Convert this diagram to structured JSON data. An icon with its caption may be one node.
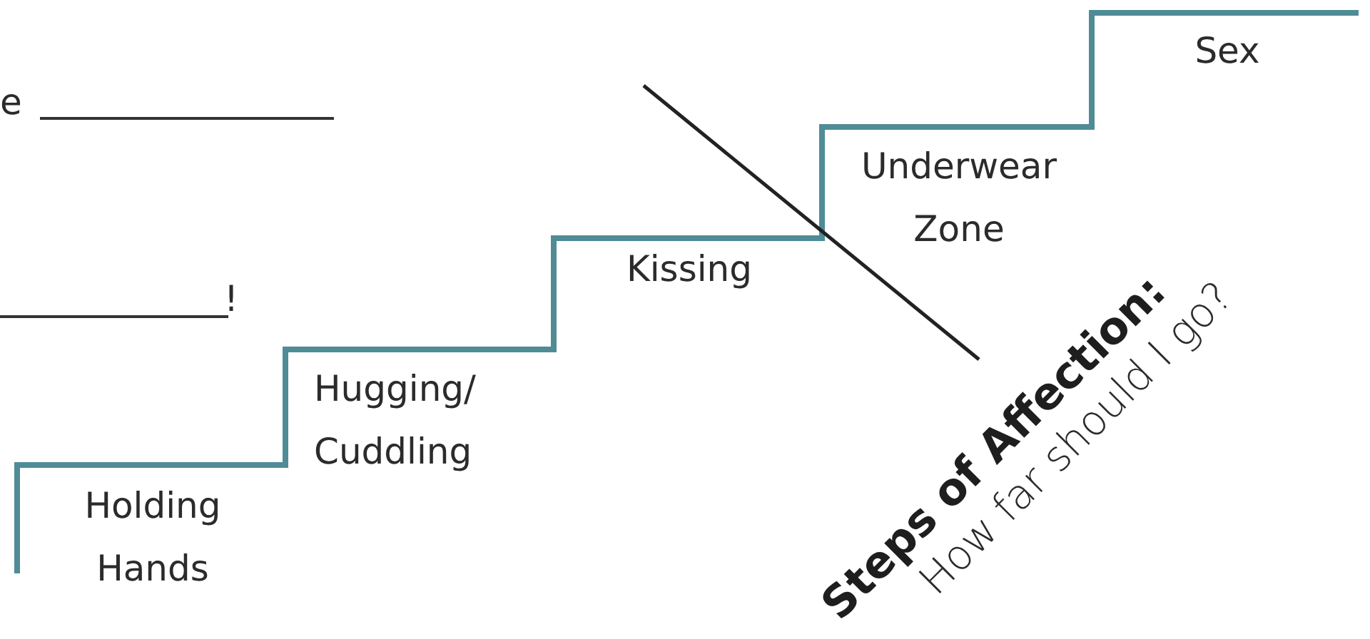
{
  "diagram": {
    "title": "Steps of Affection:",
    "labels": [
      "e",
      "!",
      "Holding Hands",
      "Hugging/ Cuddling",
      "Kissing",
      "Underwear Zone",
      "Sex",
      "How far should I go?"
    ]
  }
}
